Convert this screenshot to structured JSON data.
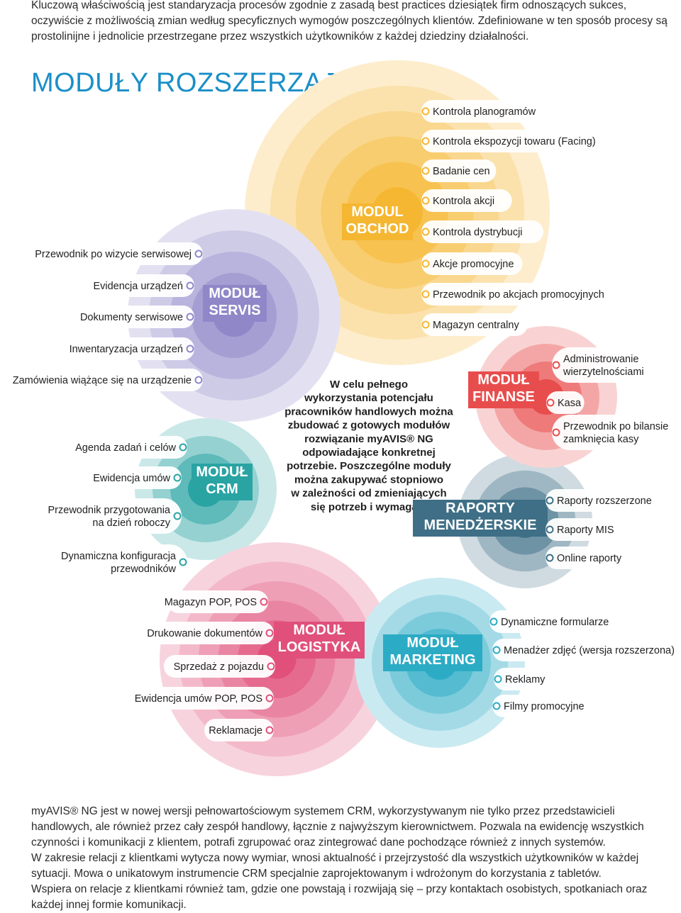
{
  "intro": "Kluczową właściwością jest standaryzacja procesów zgodnie z zasadą best practices dziesiątek firm odnoszących sukces, oczywiście z możliwością zmian według specyficznych wymogów poszczególnych klientów. Zdefiniowane w ten sposób procesy są prostolinijne i jednolicie przestrzegane przez wszystkich użytkowników z każdej dziedziny działalności.",
  "heading": "MODUŁY ROZSZERZAJĄCE",
  "center_text": [
    "W celu pełnego",
    "wykorzystania potencjału",
    "pracowników handlowych można",
    "zbudować z gotowych modułów",
    "rozwiązanie myAVIS® NG",
    "odpowiadające konkretnej",
    "potrzebie. Poszczególne moduły",
    "można zakupywać stopniowo",
    "w zależności od zmieniających",
    "się potrzeb i wymagań."
  ],
  "modules": {
    "obchod": {
      "title": [
        "MODUL",
        "OBCHOD"
      ],
      "color": "#f5b731",
      "items": [
        "Kontrola planogramów",
        "Kontrola ekspozycji towaru (Facing)",
        "Badanie cen",
        "Kontrola akcji",
        "Kontrola dystrybucji",
        "Akcje promocyjne",
        "Przewodnik po akcjach promocyjnych",
        "Magazyn centralny"
      ]
    },
    "servis": {
      "title": [
        "MODUŁ",
        "SERVIS"
      ],
      "color": "#8f87c8",
      "items": [
        "Przewodnik po wizycie serwisowej",
        "Evidencja urządzeń",
        "Dokumenty serwisowe",
        "Inwentaryzacja urządzeń",
        "Zamówienia wiążące się na urządzenie"
      ]
    },
    "crm": {
      "title": [
        "MODUŁ",
        "CRM"
      ],
      "color": "#2aa3a3",
      "items": [
        "Agenda zadań i celów",
        "Ewidencja umów",
        "Przewodnik przygotowania|na dzień roboczy",
        "Dynamiczna konfiguracja|przewodników"
      ]
    },
    "finanse": {
      "title": [
        "MODUŁ",
        "FINANSE"
      ],
      "color": "#e84d4d",
      "items": [
        "Administrowanie|wierzytelnościami",
        "Kasa",
        "Przewodnik po bilansie|zamknięcia kasy"
      ]
    },
    "raporty": {
      "title": [
        "RAPORTY",
        "MENEDŻERSKIE"
      ],
      "color": "#3e6f86",
      "items": [
        "Raporty rozszerzone",
        "Raporty MIS",
        "Online raporty"
      ]
    },
    "logistyka": {
      "title": [
        "MODUŁ",
        "LOGISTYKA"
      ],
      "color": "#e0507a",
      "items": [
        "Magazyn POP, POS",
        "Drukowanie dokumentów",
        "Sprzedaż z pojazdu",
        "Ewidencja umów POP, POS",
        "Reklamacje"
      ]
    },
    "marketing": {
      "title": [
        "MODUŁ",
        "MARKETING"
      ],
      "color": "#2cabc5",
      "items": [
        "Dynamiczne formularze",
        "Menadżer zdjęć (wersja rozszerzona)",
        "Reklamy",
        "Filmy promocyjne"
      ]
    }
  },
  "outro": [
    "myAVIS® NG jest w nowej wersji pełnowartościowym systemem CRM, wykorzystywanym nie tylko przez przedstawicieli handlowych, ale również przez cały zespół handlowy, łącznie z najwyższym kierownictwem. Pozwala na ewidencję wszystkich czynności i komunikacji z klientem, potrafi zgrupować oraz zintegrować dane pochodzące również z innych systemów.",
    "W zakresie relacji z klientkami wytycza nowy wymiar, wnosi aktualność i przejrzystość dla wszystkich użytkowników w każdej sytuacji. Mowa o unikatowym instrumencie CRM specjalnie zaprojektowanym i wdrożonym do korzystania z tabletów.",
    "Wspiera on relacje z klientkami również tam, gdzie one powstają i rozwijają się – przy kontaktach osobistych, spotkaniach oraz każdej innej formie komunikacji."
  ]
}
